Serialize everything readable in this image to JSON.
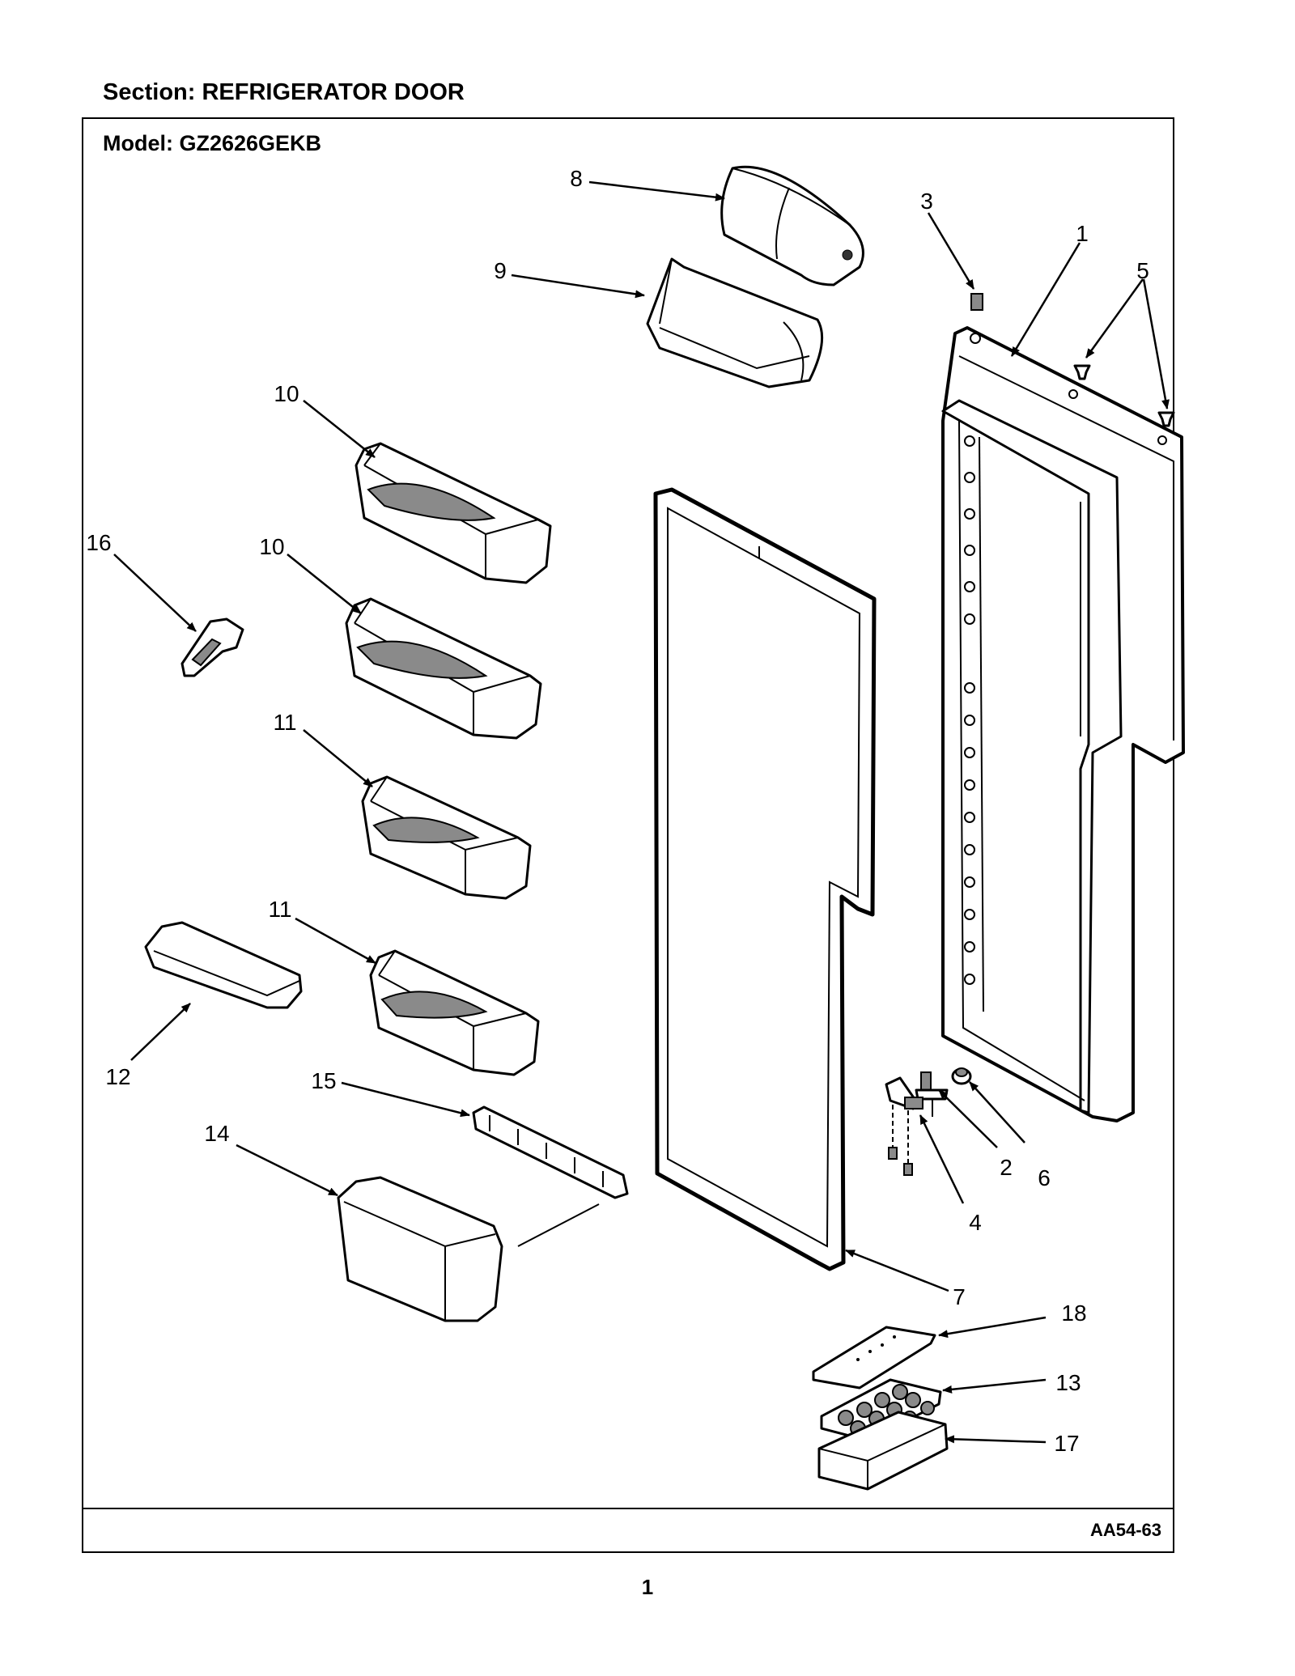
{
  "header": {
    "section": "Section:  REFRIGERATOR DOOR",
    "model": "Model:  GZ2626GEKB"
  },
  "footer": {
    "drawing_code": "AA54-63",
    "page_number": "1"
  },
  "callouts": {
    "c1": "1",
    "c2": "2",
    "c3": "3",
    "c4": "4",
    "c5": "5",
    "c6": "6",
    "c7": "7",
    "c8": "8",
    "c9": "9",
    "c10a": "10",
    "c10b": "10",
    "c11a": "11",
    "c11b": "11",
    "c12": "12",
    "c13": "13",
    "c14": "14",
    "c15": "15",
    "c16": "16",
    "c17": "17",
    "c18": "18"
  }
}
